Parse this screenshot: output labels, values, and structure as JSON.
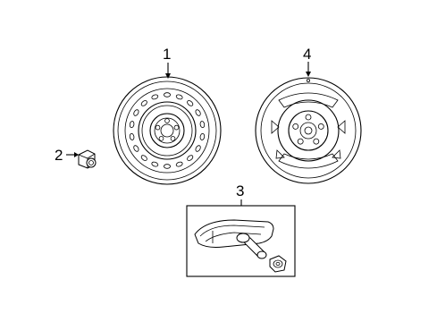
{
  "diagram": {
    "callouts": [
      {
        "id": "1",
        "label": "1"
      },
      {
        "id": "2",
        "label": "2"
      },
      {
        "id": "3",
        "label": "3"
      },
      {
        "id": "4",
        "label": "4"
      }
    ],
    "parts": [
      {
        "callout": "1",
        "icon": "steel-wheel-icon"
      },
      {
        "callout": "2",
        "icon": "lug-nut-icon"
      },
      {
        "callout": "3",
        "icon": "tire-pressure-sensor-icon"
      },
      {
        "callout": "4",
        "icon": "spare-wheel-icon"
      }
    ]
  }
}
